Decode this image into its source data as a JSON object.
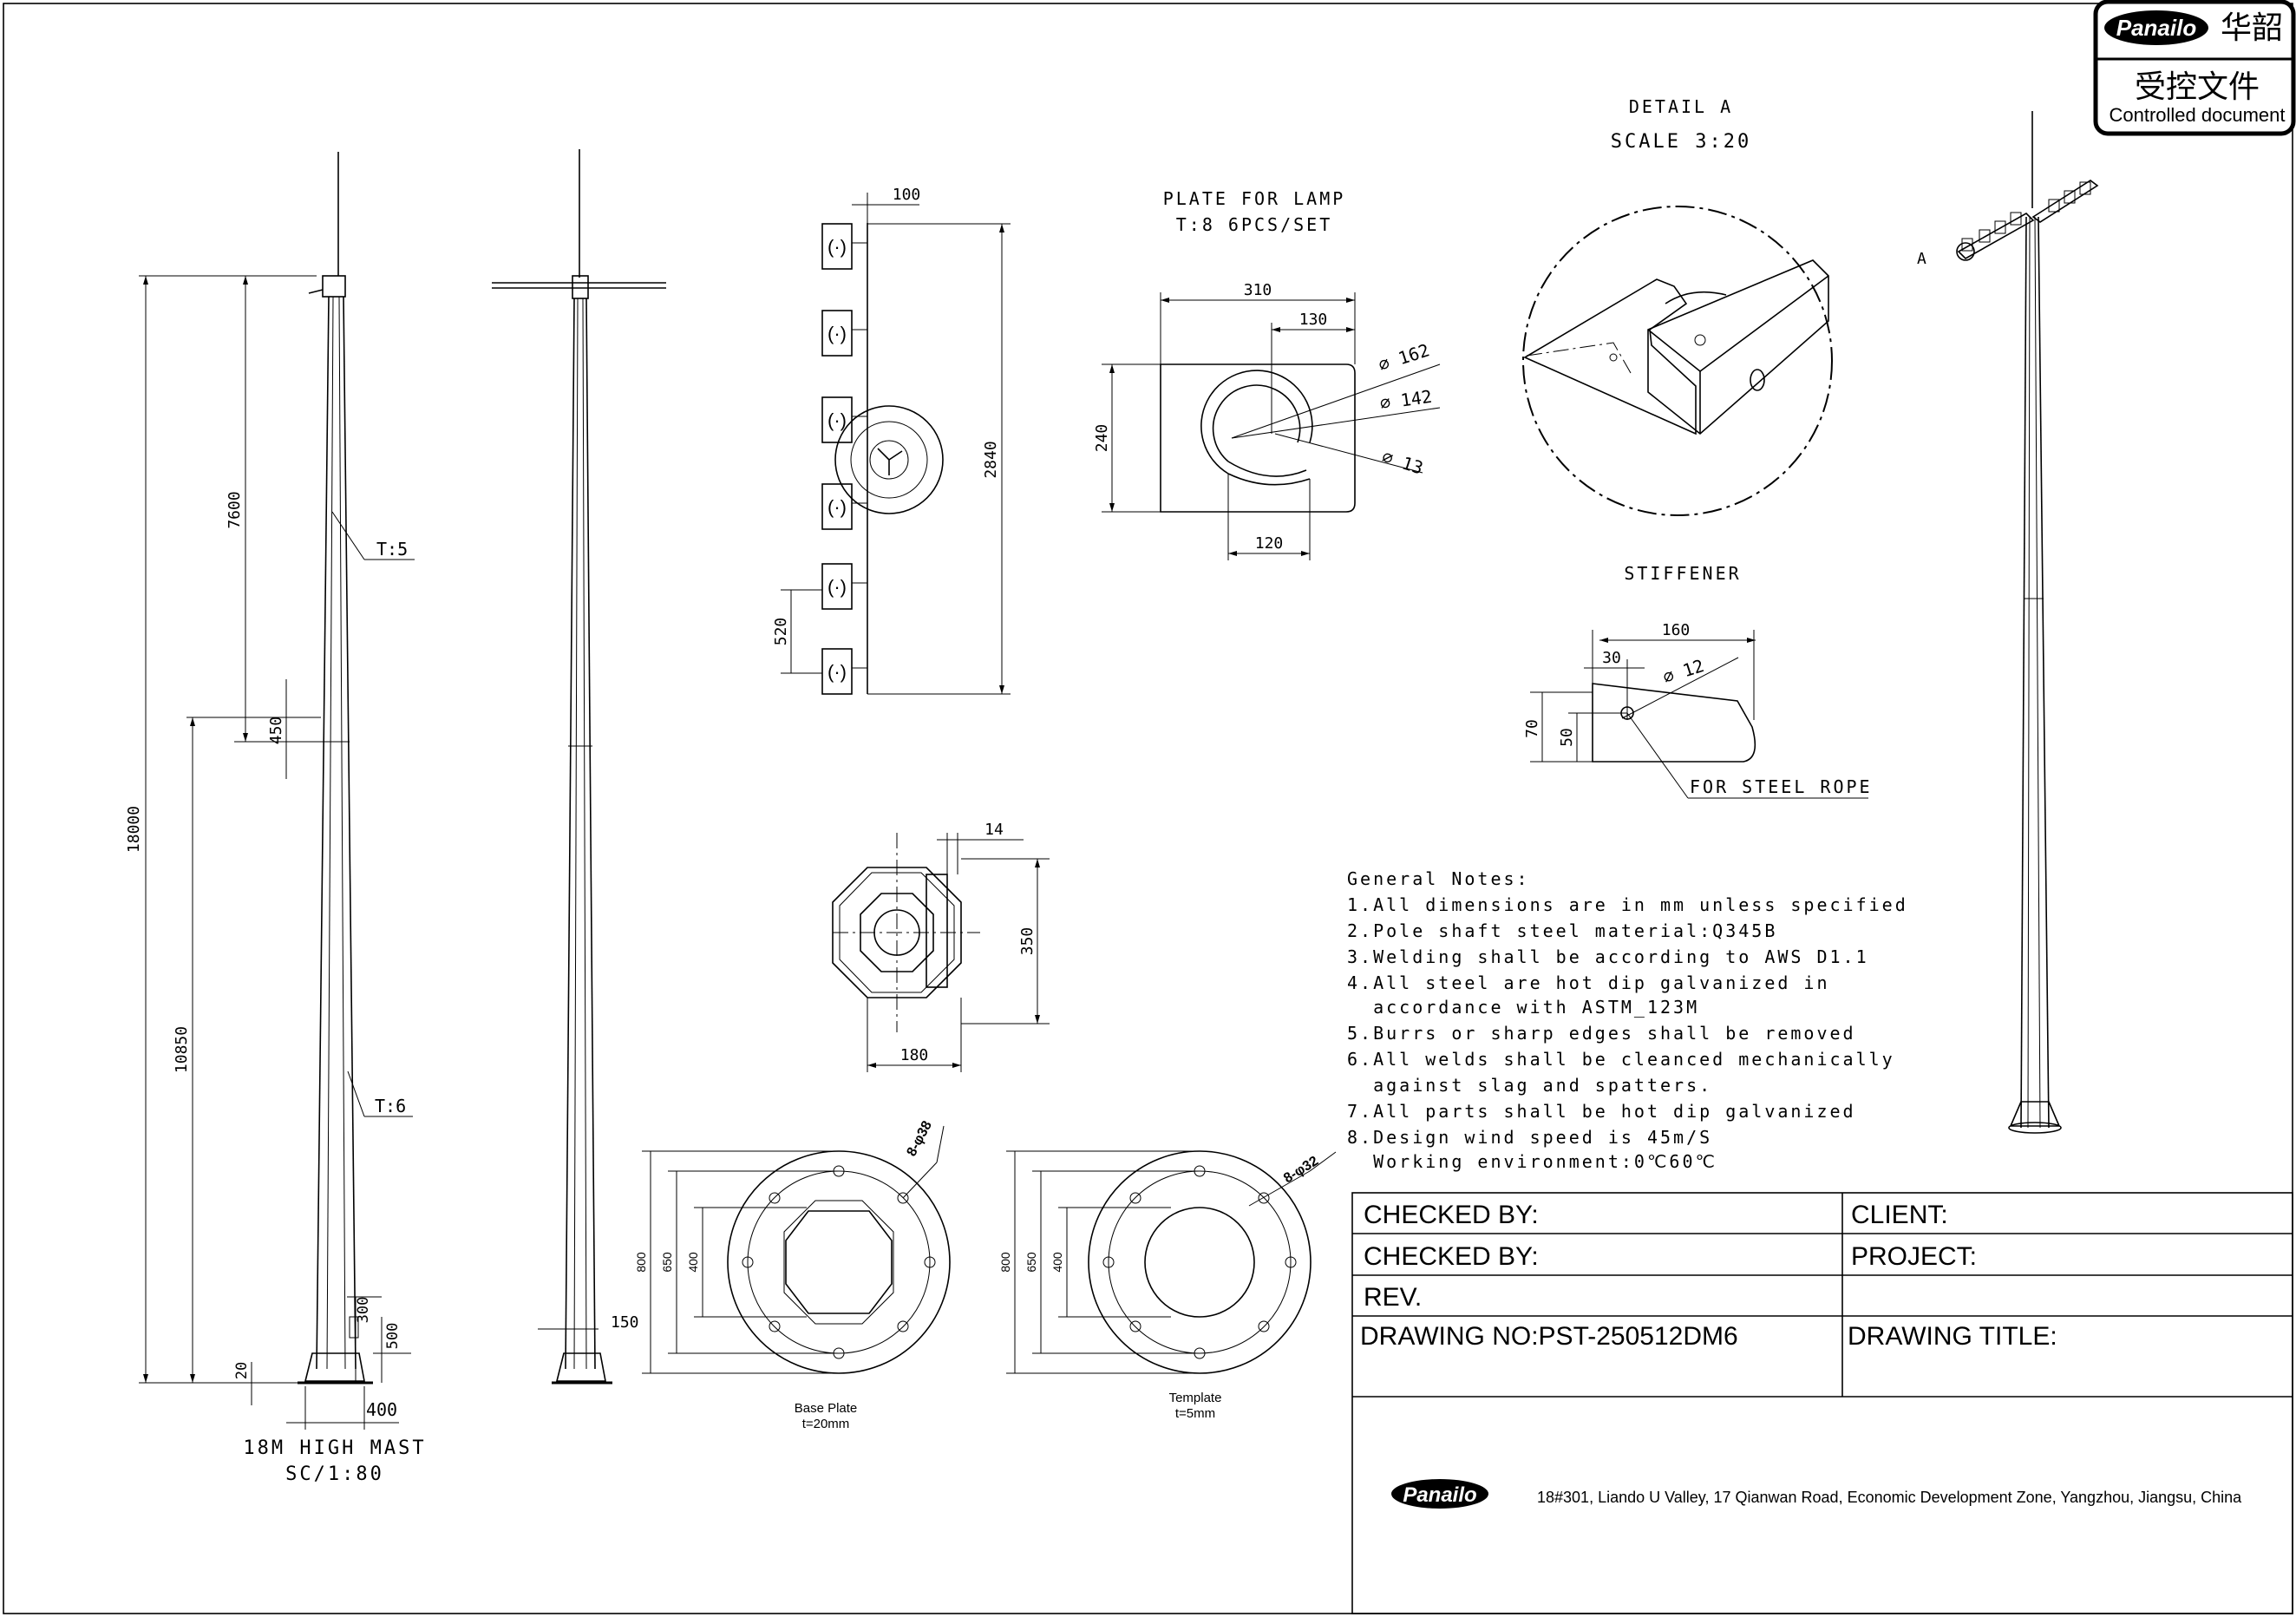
{
  "stamp": {
    "brand": "Panailo",
    "brand_cn": "华韶",
    "controlled_cn": "受控文件",
    "controlled_en": "Controlled document"
  },
  "mast": {
    "title": "18M HIGH MAST",
    "scale": "SC/1:80",
    "dims": {
      "total": "18000",
      "upper": "7600",
      "lower": "10850",
      "overlap": "450",
      "t5": "T:5",
      "t6": "T:6",
      "d300": "300",
      "d500": "500",
      "d20": "20",
      "d400": "400",
      "d150": "150"
    }
  },
  "front_view": {
    "d100": "100",
    "d2840": "2840",
    "d520": "520"
  },
  "plate_for_lamp": {
    "title": "PLATE FOR LAMP",
    "subtitle": "T:8 6PCS/SET",
    "d310": "310",
    "d130": "130",
    "d240": "240",
    "d120": "120",
    "phi162": "162",
    "phi142": "142",
    "phi13": "13"
  },
  "detail_a": {
    "title": "DETAIL A",
    "scale": "SCALE 3:20",
    "label": "A"
  },
  "stiffener": {
    "title": "STIFFENER",
    "d160": "160",
    "d30": "30",
    "phi12": "12",
    "d70": "70",
    "d50": "50",
    "rope": "FOR STEEL ROPE"
  },
  "section": {
    "d14": "14",
    "d350": "350",
    "d180": "180"
  },
  "base_plate": {
    "caption1": "Base Plate",
    "caption2": "t=20mm",
    "holes": "8-φ38",
    "d800": "800",
    "d650": "650",
    "d400": "400"
  },
  "template": {
    "caption1": "Template",
    "caption2": "t=5mm",
    "holes": "8-φ32",
    "d800": "800",
    "d650": "650",
    "d400": "400"
  },
  "notes": {
    "heading": "General Notes:",
    "lines": [
      "1.All dimensions are in mm unless specified",
      "2.Pole shaft steel material:Q345B",
      "3.Welding shall be according to AWS D1.1",
      "4.All steel are hot dip galvanized in",
      "  accordance with ASTM_123M",
      "5.Burrs or sharp edges shall be removed",
      "6.All welds shall be cleanced mechanically",
      "  against slag and spatters.",
      "7.All parts shall be hot dip galvanized",
      "8.Design wind speed is 45m/S",
      "  Working environment:0℃60℃"
    ]
  },
  "title_block": {
    "checked1": "CHECKED BY:",
    "checked2": "CHECKED BY:",
    "rev": "REV.",
    "drawing_no": "DRAWING NO:PST-250512DM6",
    "client": "CLIENT:",
    "project": "PROJECT:",
    "drawing_title": "DRAWING TITLE:",
    "company_logo": "Panailo",
    "address": "18#301, Liando U Valley, 17 Qianwan Road, Economic Development Zone, Yangzhou, Jiangsu, China"
  }
}
